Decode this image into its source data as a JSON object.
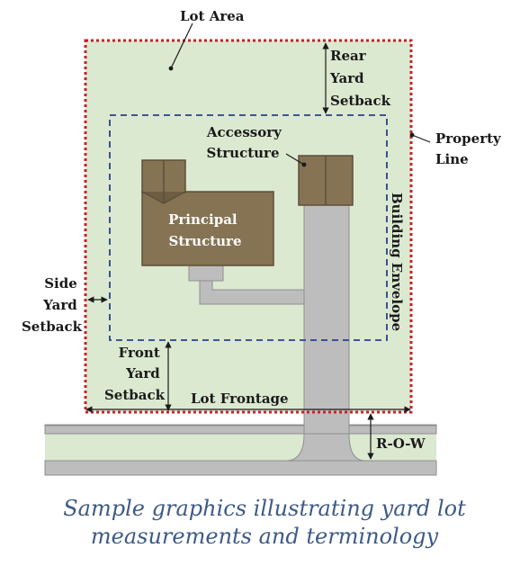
{
  "labels": {
    "lot_area": "Lot Area",
    "rear_yard_setback": [
      "Rear",
      "Yard",
      "Setback"
    ],
    "property_line": [
      "Property",
      "Line"
    ],
    "accessory_structure": [
      "Accessory",
      "Structure"
    ],
    "principal_structure": [
      "Principal",
      "Structure"
    ],
    "building_envelope": "Building Envelope",
    "side_yard_setback": [
      "Side",
      "Yard",
      "Setback"
    ],
    "front_yard_setback": [
      "Front",
      "Yard",
      "Setback"
    ],
    "lot_frontage": "Lot Frontage",
    "row": "R-O-W"
  },
  "caption": [
    "Sample graphics illustrating yard lot",
    "measurements and terminology"
  ],
  "colors": {
    "lot_fill": "#dbe9d0",
    "property_line": "#c8202a",
    "building_envelope": "#2a3f8c",
    "structure": "#857354",
    "pavement": "#bdbdbd",
    "caption": "#3d5a86"
  }
}
